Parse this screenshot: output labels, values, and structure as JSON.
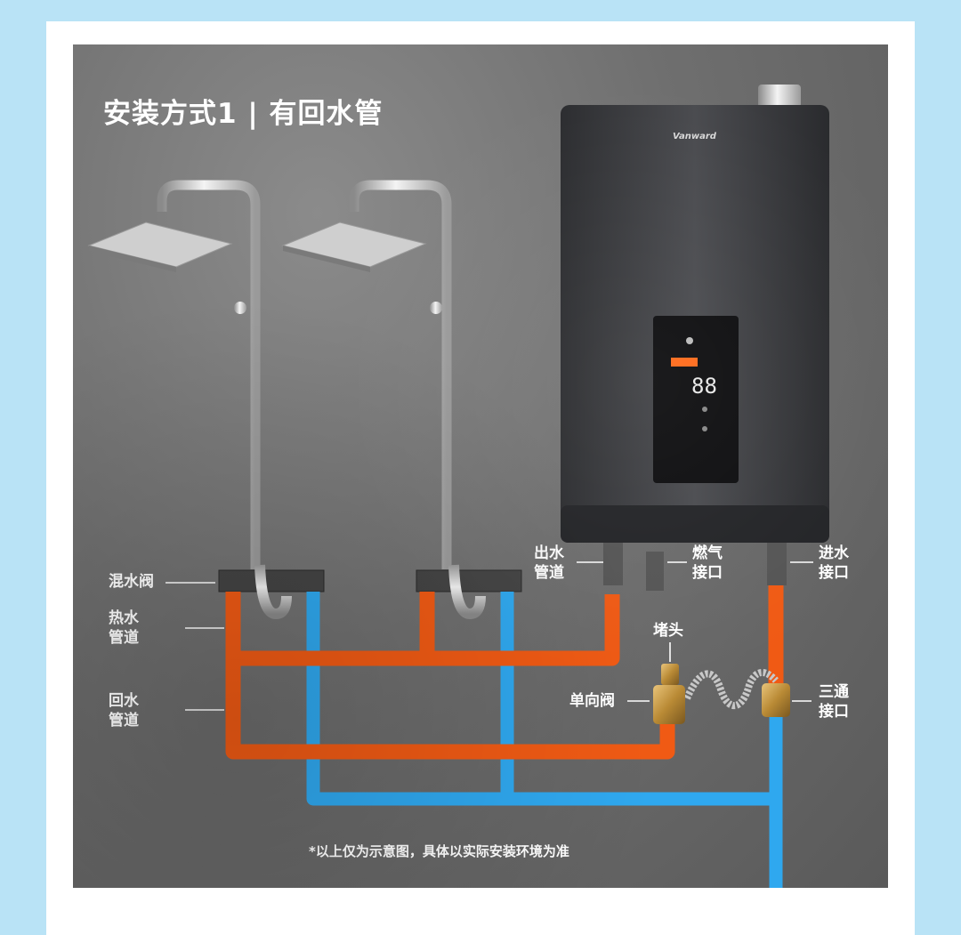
{
  "title": "安装方式1 | 有回水管",
  "labels": {
    "mixing_valve": "混水阀",
    "hot_pipe_1": "热水",
    "hot_pipe_2": "管道",
    "return_pipe_1": "回水",
    "return_pipe_2": "管道",
    "outlet_1": "出水",
    "outlet_2": "管道",
    "gas_1": "燃气",
    "gas_2": "接口",
    "inlet_1": "进水",
    "inlet_2": "接口",
    "plug": "堵头",
    "check_valve": "单向阀",
    "tee_1": "三通",
    "tee_2": "接口"
  },
  "heater": {
    "brand": "Vanward",
    "display_digits": "88"
  },
  "footnote": "*以上仅为示意图，具体以实际安装环境为准",
  "colors": {
    "hot_pipe": "#f05a14",
    "cold_pipe": "#2fa8ef",
    "background_outer": "#b9e3f6",
    "wall": "#6f6f6f",
    "heater_body": "#3c3d40"
  }
}
